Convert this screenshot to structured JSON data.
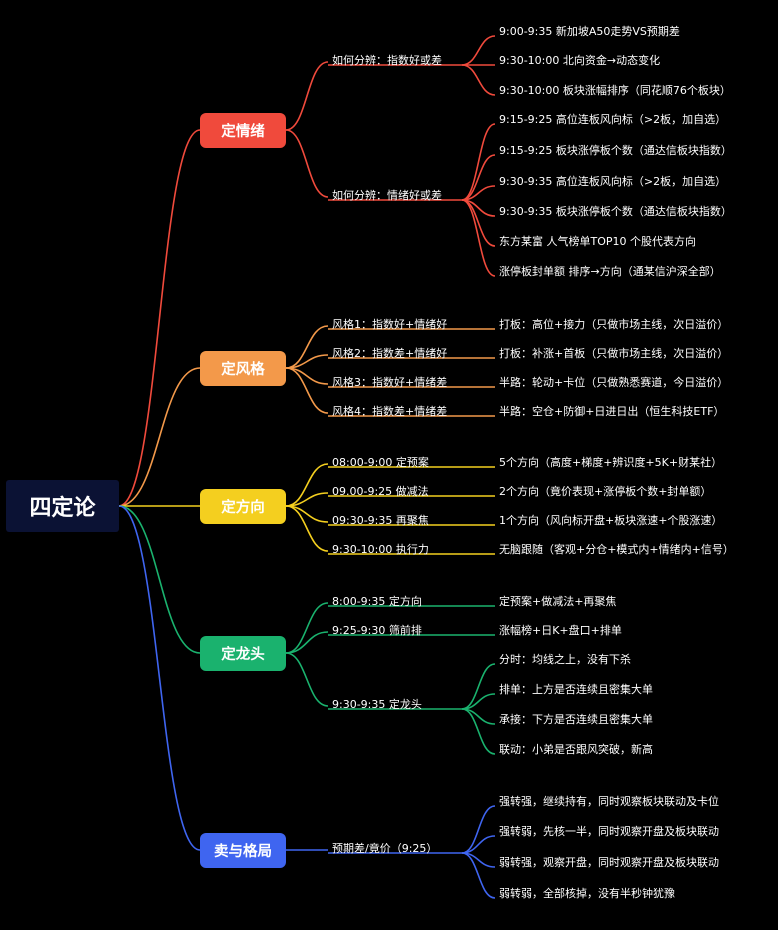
{
  "root": "四定论",
  "branches": [
    {
      "label": "定情绪",
      "color": "#f04a3c",
      "subs": [
        {
          "label": "如何分辨：指数好或差",
          "leaves": [
            "9:00-9:35 新加坡A50走势VS预期差",
            "9:30-10:00 北向资金→动态变化",
            "9:30-10:00 板块涨幅排序（同花顺76个板块）"
          ]
        },
        {
          "label": "如何分辨：情绪好或差",
          "leaves": [
            "9:15-9:25 高位连板风向标（>2板，加自选）",
            "9:15-9:25 板块涨停板个数（通达信板块指数）",
            "9:30-9:35 高位连板风向标（>2板，加自选）",
            "9:30-9:35 板块涨停板个数（通达信板块指数）",
            "东方某富 人气榜单TOP10 个股代表方向",
            "涨停板封单额 排序→方向（通某信沪深全部）"
          ]
        }
      ]
    },
    {
      "label": "定风格",
      "color": "#f3994a",
      "subs": [
        {
          "label": "风格1：指数好+情绪好",
          "leaves": [
            "打板：高位+接力（只做市场主线，次日溢价）"
          ]
        },
        {
          "label": "风格2：指数差+情绪好",
          "leaves": [
            "打板：补涨+首板（只做市场主线，次日溢价）"
          ]
        },
        {
          "label": "风格3：指数好+情绪差",
          "leaves": [
            "半路：轮动+卡位（只做熟悉赛道，今日溢价）"
          ]
        },
        {
          "label": "风格4：指数差+情绪差",
          "leaves": [
            "半路：空仓+防御+日进日出（恒生科技ETF）"
          ]
        }
      ]
    },
    {
      "label": "定方向",
      "color": "#f4cf1f",
      "subs": [
        {
          "label": "08:00-9:00 定预案",
          "leaves": [
            "5个方向（高度+梯度+辨识度+5K+财某社）"
          ]
        },
        {
          "label": "09.00-9:25 做减法",
          "leaves": [
            "2个方向（竟价表现+涨停板个数+封单额）"
          ]
        },
        {
          "label": "09:30-9:35 再聚焦",
          "leaves": [
            "1个方向（风向标开盘+板块涨速+个股涨速）"
          ]
        },
        {
          "label": "9:30-10:00 执行力",
          "leaves": [
            "无脑跟随（客观+分仓+模式内+情绪内+信号）"
          ]
        }
      ]
    },
    {
      "label": "定龙头",
      "color": "#1ab26e",
      "subs": [
        {
          "label": "8:00-9:35 定方向",
          "leaves": [
            "定预案+做减法+再聚焦"
          ]
        },
        {
          "label": "9:25-9:30 筛前排",
          "leaves": [
            "涨幅榜+日K+盘口+排单"
          ]
        },
        {
          "label": "9:30-9:35 定龙头",
          "leaves": [
            "分时：均线之上，没有下杀",
            "排单：上方是否连续且密集大单",
            "承接：下方是否连续且密集大单",
            "联动：小弟是否跟风突破，新高"
          ]
        }
      ]
    },
    {
      "label": "卖与格局",
      "color": "#3f65f0",
      "subs": [
        {
          "label": "预期差/竟价（9:25）",
          "leaves": [
            "强转强，继续持有，同时观察板块联动及卡位",
            "强转弱，先核一半，同时观察开盘及板块联动",
            "弱转强，观察开盘，同时观察开盘及板块联动",
            "弱转弱，全部核掉，没有半秒钟犹豫"
          ]
        }
      ]
    }
  ]
}
